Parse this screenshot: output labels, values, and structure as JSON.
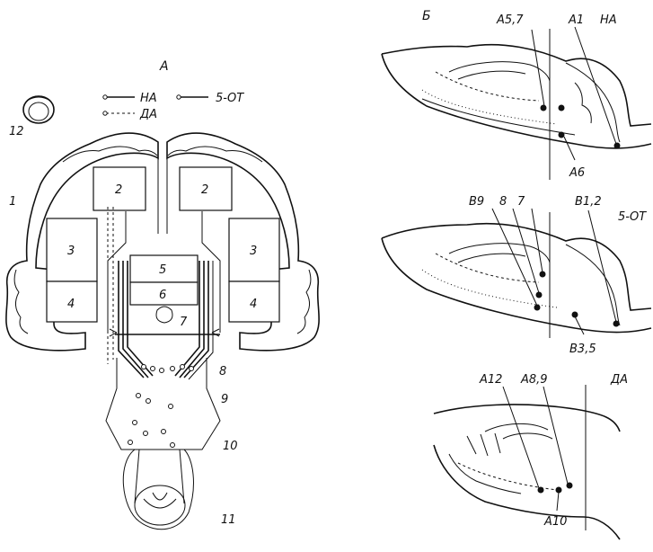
{
  "panel_a": {
    "label": "A",
    "legend": {
      "na": "НА",
      "da": "ДА",
      "serotonin": "5-ОТ"
    },
    "boxes": [
      "2",
      "2",
      "3",
      "3",
      "4",
      "4",
      "5",
      "6",
      "7"
    ],
    "numbers": [
      "1",
      "8",
      "9",
      "10",
      "11",
      "12"
    ]
  },
  "panel_b": {
    "label": "Б",
    "top": {
      "a57": "А5,7",
      "a1": "А1",
      "na": "НА",
      "a6": "А6"
    },
    "mid": {
      "b9": "В9",
      "n8": "8",
      "n7": "7",
      "b12": "В1,2",
      "serotonin": "5-ОТ",
      "b35": "В3,5"
    },
    "bottom": {
      "a12": "А12",
      "a89": "А8,9",
      "da": "ДА",
      "a10": "А10"
    }
  }
}
